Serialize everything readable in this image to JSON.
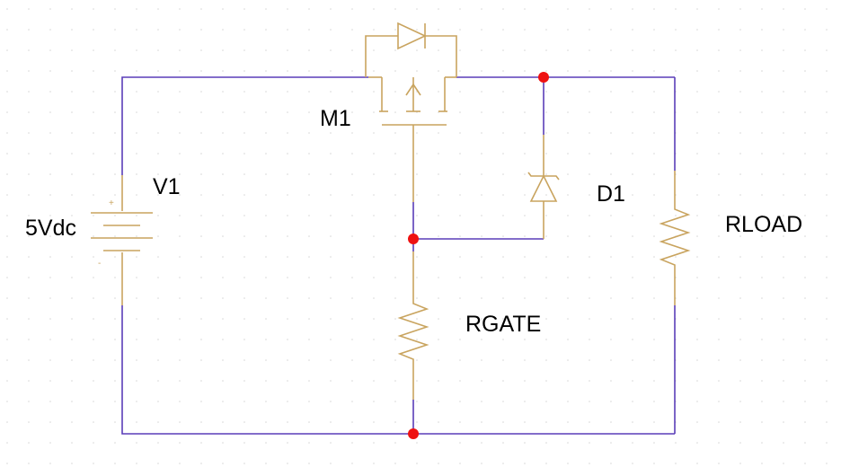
{
  "colors": {
    "wire": "#5a3db8",
    "component": "#c9a45f",
    "junction": "#ee1111",
    "text": "#000000",
    "grid_dot": "#d6d6d6"
  },
  "components": {
    "source": {
      "ref": "V1",
      "value": "5Vdc",
      "plus": "+",
      "minus": "-"
    },
    "mosfet": {
      "ref": "M1"
    },
    "zener": {
      "ref": "D1"
    },
    "load": {
      "ref": "RLOAD"
    },
    "gate_resistor": {
      "ref": "RGATE"
    }
  }
}
